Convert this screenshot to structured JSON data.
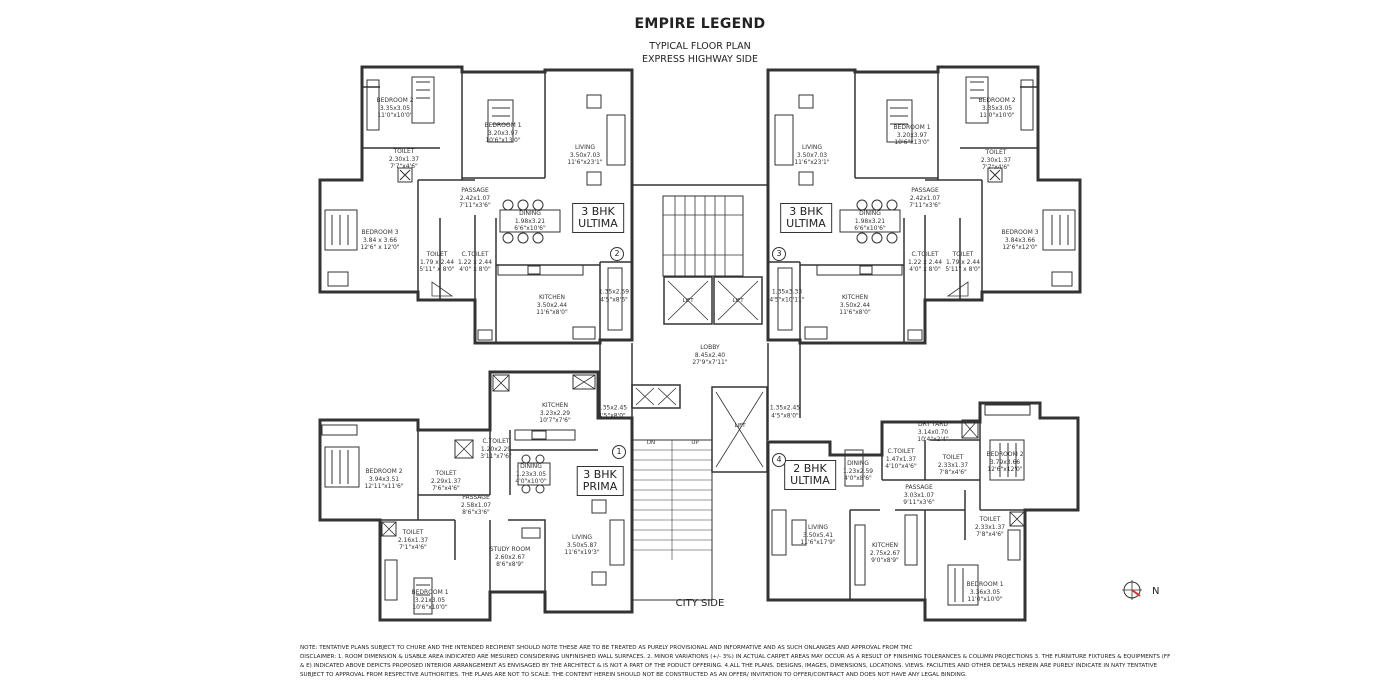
{
  "header": {
    "title": "EMPIRE LEGEND",
    "subtitle_1": "TYPICAL FLOOR PLAN",
    "subtitle_2": "EXPRESS HIGHWAY SIDE"
  },
  "units": {
    "top_left": {
      "type": "3 BHK",
      "variant": "ULTIMA",
      "unit_no": "2",
      "rooms": [
        {
          "name": "Bedroom 2",
          "metric": "3.35x3.05",
          "imperial": "11'0\"x10'0\""
        },
        {
          "name": "Bedroom 1",
          "metric": "3.20x3.97",
          "imperial": "10'6\"x13'0\""
        },
        {
          "name": "Living",
          "metric": "3.50x7.03",
          "imperial": "11'6\"x23'1\""
        },
        {
          "name": "Toilet",
          "metric": "2.30x1.37",
          "imperial": "7'7\"x4'6\""
        },
        {
          "name": "Passage",
          "metric": "2.42x1.07",
          "imperial": "7'11\"x3'6\""
        },
        {
          "name": "Bedroom 3",
          "metric": "3.84 x 3.66",
          "imperial": "12'6\" x 12'0\""
        },
        {
          "name": "Dining",
          "metric": "1.98x3.21",
          "imperial": "6'6\"x10'6\""
        },
        {
          "name": "Toilet",
          "metric": "1.79 x 2.44",
          "imperial": "5'11\" x 8'0\""
        },
        {
          "name": "C.Toilet",
          "metric": "1.22 x 2.44",
          "imperial": "4'0\" x 8'0\""
        },
        {
          "name": "Kitchen",
          "metric": "3.50x2.44",
          "imperial": "11'6\"x8'0\""
        }
      ],
      "balcony": {
        "metric": "1.35x2.59",
        "imperial": "4'5\"x8'6\""
      }
    },
    "top_right": {
      "type": "3 BHK",
      "variant": "ULTIMA",
      "unit_no": "3",
      "rooms": [
        {
          "name": "Living",
          "metric": "3.50x7.03",
          "imperial": "11'6\"x23'1\""
        },
        {
          "name": "Bedroom 1",
          "metric": "3.20x3.97",
          "imperial": "10'6\"x13'0\""
        },
        {
          "name": "Bedroom 2",
          "metric": "3.35x3.05",
          "imperial": "11'0\"x10'0\""
        },
        {
          "name": "Toilet",
          "metric": "2.30x1.37",
          "imperial": "7'7\"x4'6\""
        },
        {
          "name": "Passage",
          "metric": "2.42x1.07",
          "imperial": "7'11\"x3'6\""
        },
        {
          "name": "Bedroom 3",
          "metric": "3.84x3.66",
          "imperial": "12'6\"x12'0\""
        },
        {
          "name": "Dining",
          "metric": "1.98x3.21",
          "imperial": "6'6\"x10'6\""
        },
        {
          "name": "C.Toilet",
          "metric": "1.22 x 2.44",
          "imperial": "4'0\" x 8'0\""
        },
        {
          "name": "Toilet",
          "metric": "1.79 x 2.44",
          "imperial": "5'11\" x 8'0\""
        },
        {
          "name": "Kitchen",
          "metric": "3.50x2.44",
          "imperial": "11'6\"x8'0\""
        }
      ],
      "balcony": {
        "metric": "1.35x3.33",
        "imperial": "4'5\"x10'11\""
      }
    },
    "bottom_left": {
      "type": "3 BHK",
      "variant": "PRIMA",
      "unit_no": "1",
      "rooms": [
        {
          "name": "Kitchen",
          "metric": "3.23x2.29",
          "imperial": "10'7\"x7'6\""
        },
        {
          "name": "C.Toilet",
          "metric": "1.20x2.29",
          "imperial": "3'11\"x7'6\""
        },
        {
          "name": "Bedroom 2",
          "metric": "3.94x3.51",
          "imperial": "12'11\"x11'6\""
        },
        {
          "name": "Toilet",
          "metric": "2.29x1.37",
          "imperial": "7'6\"x4'6\""
        },
        {
          "name": "Dining",
          "metric": "1.23x3.05",
          "imperial": "4'0\"x10'0\""
        },
        {
          "name": "Passage",
          "metric": "2.58x1.07",
          "imperial": "8'6\"x3'6\""
        },
        {
          "name": "Living",
          "metric": "3.50x5.87",
          "imperial": "11'6\"x19'3\""
        },
        {
          "name": "Study Room",
          "metric": "2.60x2.67",
          "imperial": "8'6\"x8'9\""
        },
        {
          "name": "Toilet",
          "metric": "2.16x1.37",
          "imperial": "7'1\"x4'6\""
        },
        {
          "name": "Bedroom 1",
          "metric": "3.21x3.05",
          "imperial": "10'6\"x10'0\""
        }
      ],
      "balcony": {
        "metric": "1.35x2.45",
        "imperial": "4'5\"x8'0\""
      }
    },
    "bottom_right": {
      "type": "2 BHK",
      "variant": "ULTIMA",
      "unit_no": "4",
      "rooms": [
        {
          "name": "Dining",
          "metric": "1.23x2.59",
          "imperial": "4'0\"x8'6\""
        },
        {
          "name": "C.Toilet",
          "metric": "1.47x1.37",
          "imperial": "4'10\"x4'6\""
        },
        {
          "name": "Dry Yard",
          "metric": "3.14x0.70",
          "imperial": "10'4\"x2'4\""
        },
        {
          "name": "Toilet",
          "metric": "2.33x1.37",
          "imperial": "7'8\"x4'6\""
        },
        {
          "name": "Bedroom 2",
          "metric": "3.79x3.66",
          "imperial": "12'6\"x12'0\""
        },
        {
          "name": "Passage",
          "metric": "3.03x1.07",
          "imperial": "9'11\"x3'6\""
        },
        {
          "name": "Living",
          "metric": "3.50x5.41",
          "imperial": "11'6\"x17'9\""
        },
        {
          "name": "Kitchen",
          "metric": "2.75x2.67",
          "imperial": "9'0\"x8'9\""
        },
        {
          "name": "Toilet",
          "metric": "2.33x1.37",
          "imperial": "7'8\"x4'6\""
        },
        {
          "name": "Bedroom 1",
          "metric": "3.36x3.05",
          "imperial": "11'0\"x10'0\""
        }
      ],
      "balcony": {
        "metric": "1.35x2.45",
        "imperial": "4'5\"x8'0\""
      }
    }
  },
  "core": {
    "lobby": {
      "name": "LOBBY",
      "metric": "8.45x2.40",
      "imperial": "27'9\"x7'11\""
    },
    "lift_label": "LIFT",
    "stair_dn": "DN",
    "stair_up": "UP"
  },
  "city_side": "CITY SIDE",
  "north_label": "N",
  "colors": {
    "compass_needle": "#e0302a",
    "wall": "#333333"
  },
  "note_lines": [
    "NOTE: TENTATIVE PLANS SUBJECT TO CHURE AND THE INTENDED RECIPIENT SHOULD NOTE THESE ARE TO BE TREATED AS PURELY PROVISIONAL AND INFORMATIVE AND AS SUCH ONLANGES AND APPROVAL FROM TMC",
    "DISCLAIMER: 1. ROOM DIMENSION & USABLE AREA INDICATED ARE MESURED CONSIDERING UNFINISHED WALL SURFACES. 2. MINOR VARIATIONS (+/- 3%) IN ACTUAL CARPET AREAS MAY OCCUR AS A RESULT OF FINISHING TOLERANCES & COLUMN PROJECTIONS 3. THE FURNITURE FIXTURES & EQUIPMENTS (FF",
    "& E) INDICATED ABOVE DEPICTS PROPOSED INTERIOR ARRANGEMENT AS ENVISAGED BY THE ARCHITECT & IS NOT A PART OF THE PODUCT OFFERING. 4.ALL THE PLANS. DESIGNS, IMAGES, DIMENSIONS, LOCATIONS. VIEWS. FACILITIES AND OTHER DETAILS HEREIN ARE PURELY INDICATE IN NATY TENTATIVE",
    "SUBJECT TO APPROVAL FROM RESPECTIVE AUTHORITIES. THE PLANS ARE NOT TO SCALE. THE CONTENT HEREIN SHOULD NOT BE CONSTRUCTED AS AN OFFER/ INVITATION TO OFFER/CONTRACT AND DOES NOT HAVE ANY LEGAL BINDING."
  ]
}
